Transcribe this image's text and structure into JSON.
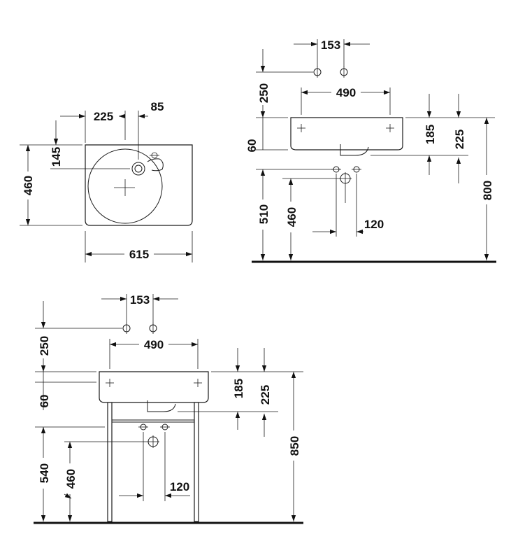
{
  "top_view": {
    "dims": {
      "width_top": "225",
      "offset_tap": "85",
      "tap_down": "145",
      "depth": "460",
      "width": "615"
    }
  },
  "side_view_wall": {
    "dims": {
      "supply_spacing": "153",
      "supply_height": "250",
      "fixing_spacing": "490",
      "rim_thickness": "60",
      "waste_drop": "185",
      "waste_drop_total": "225",
      "supply_floor": "510",
      "waste_floor": "460",
      "waste_offset": "120",
      "rim_height": "800"
    }
  },
  "side_view_stand": {
    "dims": {
      "supply_spacing": "153",
      "supply_height": "250",
      "fixing_spacing": "490",
      "rim_thickness": "60",
      "waste_drop": "185",
      "waste_drop_total": "225",
      "supply_floor": "540",
      "waste_floor": "460",
      "waste_offset": "120",
      "rim_height": "850"
    }
  }
}
